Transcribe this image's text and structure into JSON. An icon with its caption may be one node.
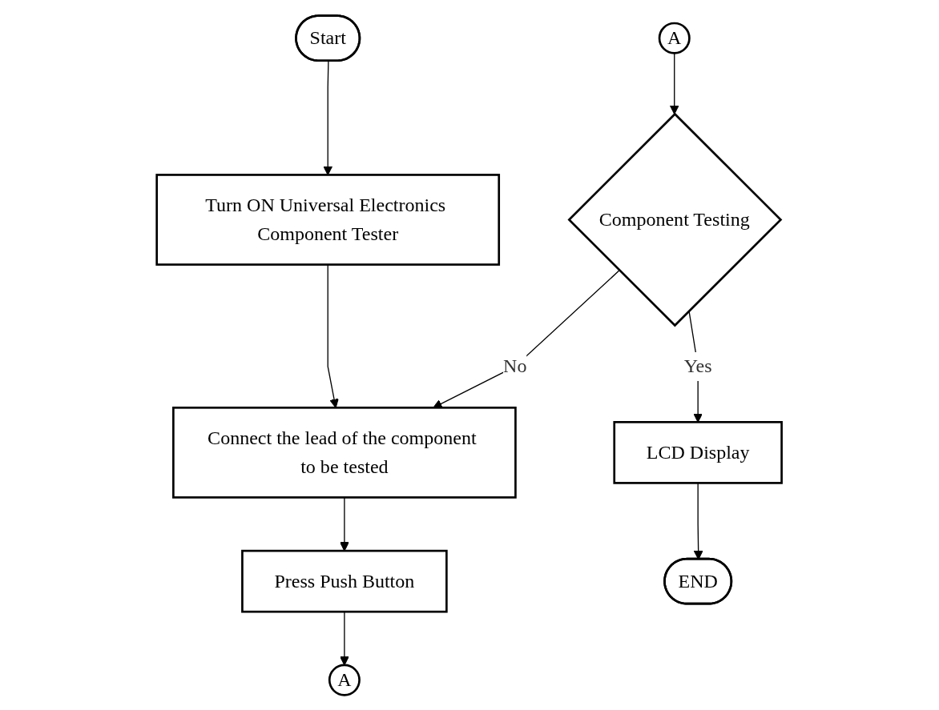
{
  "diagram": {
    "nodes": [
      {
        "text": [
          "Start"
        ]
      },
      {
        "text": [
          "Turn ON Universal Electronics Component Tester"
        ]
      },
      {
        "text": [
          "Connect the lead of the component to be tested"
        ]
      },
      {
        "text": [
          "Press Push Button"
        ]
      },
      {
        "text": [
          "A"
        ]
      },
      {
        "text": [
          "A"
        ]
      },
      {
        "text": [
          "Component Testing"
        ]
      },
      {
        "text": [
          "LCD Display"
        ]
      },
      {
        "text": [
          "END"
        ]
      }
    ],
    "edges": [
      {
        "from": 0,
        "to": 1,
        "arrow": "to"
      },
      {
        "from": 1,
        "to": 2,
        "arrow": "to"
      },
      {
        "from": 2,
        "to": 3,
        "arrow": "to"
      },
      {
        "from": 3,
        "to": 4,
        "arrow": "to"
      },
      {
        "from": 5,
        "to": 6,
        "arrow": "to"
      },
      {
        "from": 6,
        "to": 2,
        "arrow": "to",
        "label": "No"
      },
      {
        "from": 6,
        "to": 7,
        "arrow": "to",
        "label": "Yes"
      },
      {
        "from": 7,
        "to": 8,
        "arrow": "to"
      }
    ]
  }
}
